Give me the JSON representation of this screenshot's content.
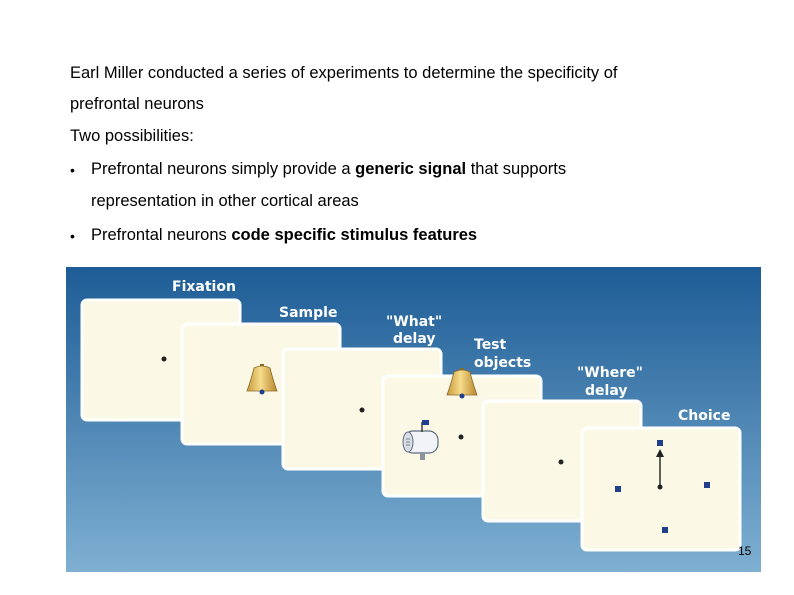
{
  "intro": {
    "line1": "Earl Miller conducted a series of experiments to determine the specificity of",
    "line2": "prefrontal neurons"
  },
  "possibilities": {
    "heading": "Two possibilities:",
    "bullet_glyph": "•",
    "item1": {
      "pre": "Prefrontal neurons simply provide a ",
      "bold": "generic signal",
      "post": " that supports",
      "line2": "representation in other cortical areas"
    },
    "item2": {
      "pre": "Prefrontal neurons ",
      "bold": "code specific stimulus features"
    }
  },
  "figure": {
    "steps": {
      "fixation": "Fixation",
      "sample": "Sample",
      "what_delay_1": "\"What\"",
      "what_delay_2": "delay",
      "test_1": "Test",
      "test_2": "objects",
      "where_delay_1": "\"Where\"",
      "where_delay_2": "delay",
      "choice": "Choice"
    },
    "colors": {
      "bg_top": "#1d5c96",
      "bg_bottom": "#7fb0d2",
      "card": "#fbf8e6",
      "marker": "#1f3f8a"
    }
  },
  "page_number": "15"
}
